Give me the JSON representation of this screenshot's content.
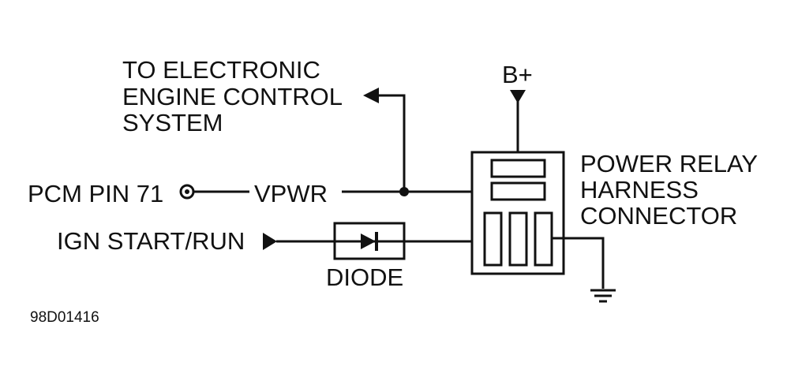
{
  "labels": {
    "ecs_line1": "TO ELECTRONIC",
    "ecs_line2": "ENGINE CONTROL",
    "ecs_line3": "SYSTEM",
    "bplus": "B+",
    "relay_line1": "POWER RELAY",
    "relay_line2": "HARNESS",
    "relay_line3": "CONNECTOR",
    "pcm_pin": "PCM PIN 71",
    "vpwr": "VPWR",
    "ign": "IGN START/RUN",
    "diode": "DIODE",
    "figure_id": "98D01416"
  },
  "colors": {
    "line": "#111111",
    "background": "#ffffff"
  }
}
